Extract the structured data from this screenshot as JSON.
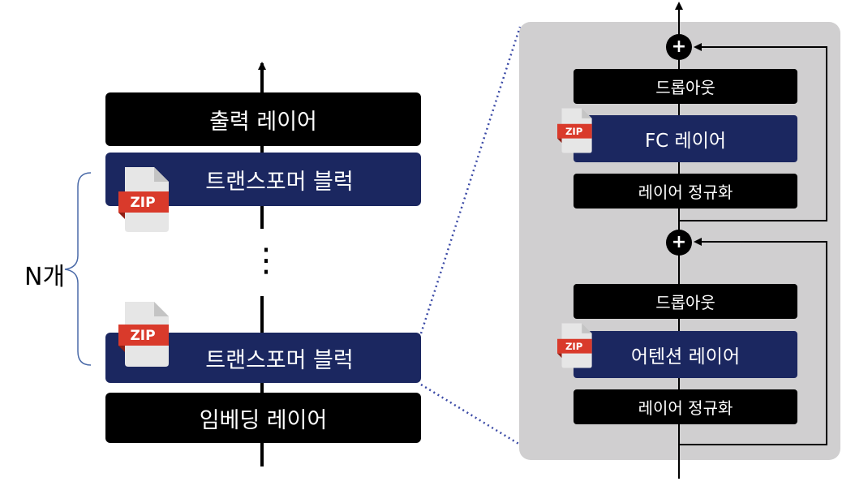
{
  "left_stack": {
    "output_layer": "출력 레이어",
    "transformer_block_top": "트랜스포머 블럭",
    "transformer_block_bottom": "트랜스포머 블럭",
    "embedding_layer": "임베딩 레이어",
    "repeat_label": "N개",
    "ellipsis": "⋮"
  },
  "right_block": {
    "dropout_top": "드롭아웃",
    "fc_layer": "FC 레이어",
    "layernorm_top": "레이어 정규화",
    "dropout_bottom": "드롭아웃",
    "attention_layer": "어텐션 레이어",
    "layernorm_bottom": "레이어 정규화",
    "plus_symbol": "+"
  },
  "file_icon_text": "ZIP",
  "colors": {
    "black_box": "#000000",
    "navy_box": "#1b2760",
    "panel": "#d0cfd0",
    "zip_red": "#d93a2b",
    "file_gray": "#e6e6e6",
    "dotted_line": "#3b4aa6"
  }
}
